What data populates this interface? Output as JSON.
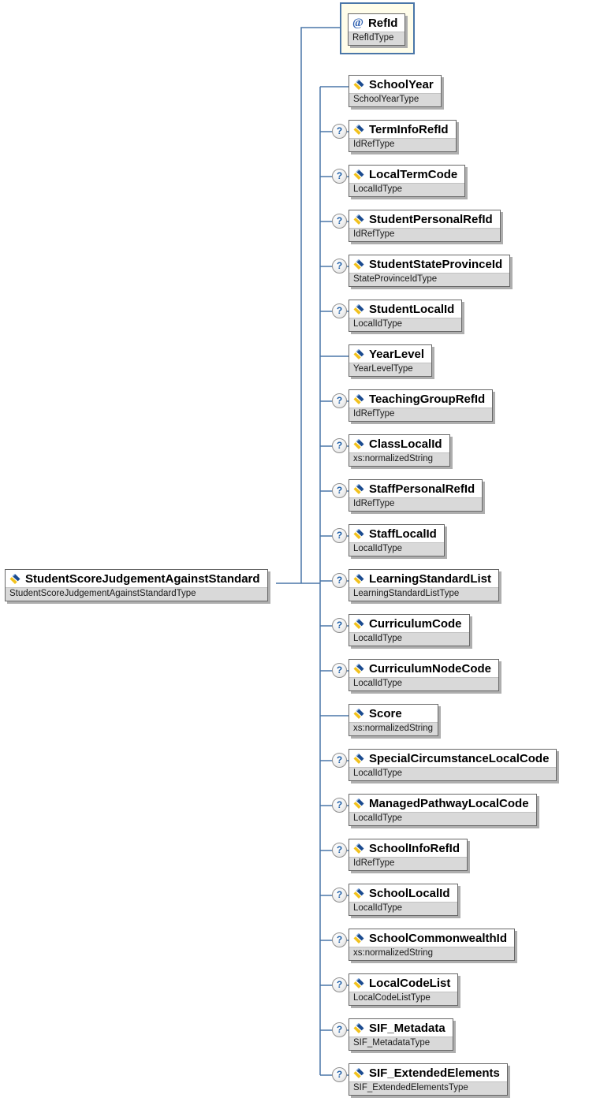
{
  "diagram": {
    "root": {
      "name": "StudentScoreJudgementAgainstStandard",
      "type": "StudentScoreJudgementAgainstStandardType"
    },
    "attribute": {
      "marker": "@",
      "name": "RefId",
      "type": "RefIdType"
    },
    "optional_marker": "?",
    "children": [
      {
        "name": "SchoolYear",
        "type": "SchoolYearType",
        "optional": false
      },
      {
        "name": "TermInfoRefId",
        "type": "IdRefType",
        "optional": true
      },
      {
        "name": "LocalTermCode",
        "type": "LocalIdType",
        "optional": true
      },
      {
        "name": "StudentPersonalRefId",
        "type": "IdRefType",
        "optional": true
      },
      {
        "name": "StudentStateProvinceId",
        "type": "StateProvinceIdType",
        "optional": true
      },
      {
        "name": "StudentLocalId",
        "type": "LocalIdType",
        "optional": true
      },
      {
        "name": "YearLevel",
        "type": "YearLevelType",
        "optional": false
      },
      {
        "name": "TeachingGroupRefId",
        "type": "IdRefType",
        "optional": true
      },
      {
        "name": "ClassLocalId",
        "type": "xs:normalizedString",
        "optional": true
      },
      {
        "name": "StaffPersonalRefId",
        "type": "IdRefType",
        "optional": true
      },
      {
        "name": "StaffLocalId",
        "type": "LocalIdType",
        "optional": true
      },
      {
        "name": "LearningStandardList",
        "type": "LearningStandardListType",
        "optional": true
      },
      {
        "name": "CurriculumCode",
        "type": "LocalIdType",
        "optional": true
      },
      {
        "name": "CurriculumNodeCode",
        "type": "LocalIdType",
        "optional": true
      },
      {
        "name": "Score",
        "type": "xs:normalizedString",
        "optional": false
      },
      {
        "name": "SpecialCircumstanceLocalCode",
        "type": "LocalIdType",
        "optional": true
      },
      {
        "name": "ManagedPathwayLocalCode",
        "type": "LocalIdType",
        "optional": true
      },
      {
        "name": "SchoolInfoRefId",
        "type": "IdRefType",
        "optional": true
      },
      {
        "name": "SchoolLocalId",
        "type": "LocalIdType",
        "optional": true
      },
      {
        "name": "SchoolCommonwealthId",
        "type": "xs:normalizedString",
        "optional": true
      },
      {
        "name": "LocalCodeList",
        "type": "LocalCodeListType",
        "optional": true
      },
      {
        "name": "SIF_Metadata",
        "type": "SIF_MetadataType",
        "optional": true
      },
      {
        "name": "SIF_ExtendedElements",
        "type": "SIF_ExtendedElementsType",
        "optional": true
      }
    ],
    "colors": {
      "connector": "#4a76a8",
      "attribute_highlight_bg": "#fffdea",
      "type_band_bg": "#d9d9d9",
      "box_shadow": "#aeaeae",
      "optional_marker_text": "#2060a8",
      "icon_navy": "#1b4b8f",
      "icon_yellow": "#f2c21d",
      "icon_lightblue": "#8fb4e3",
      "attribute_at_symbol": "#2d5fb0"
    }
  }
}
